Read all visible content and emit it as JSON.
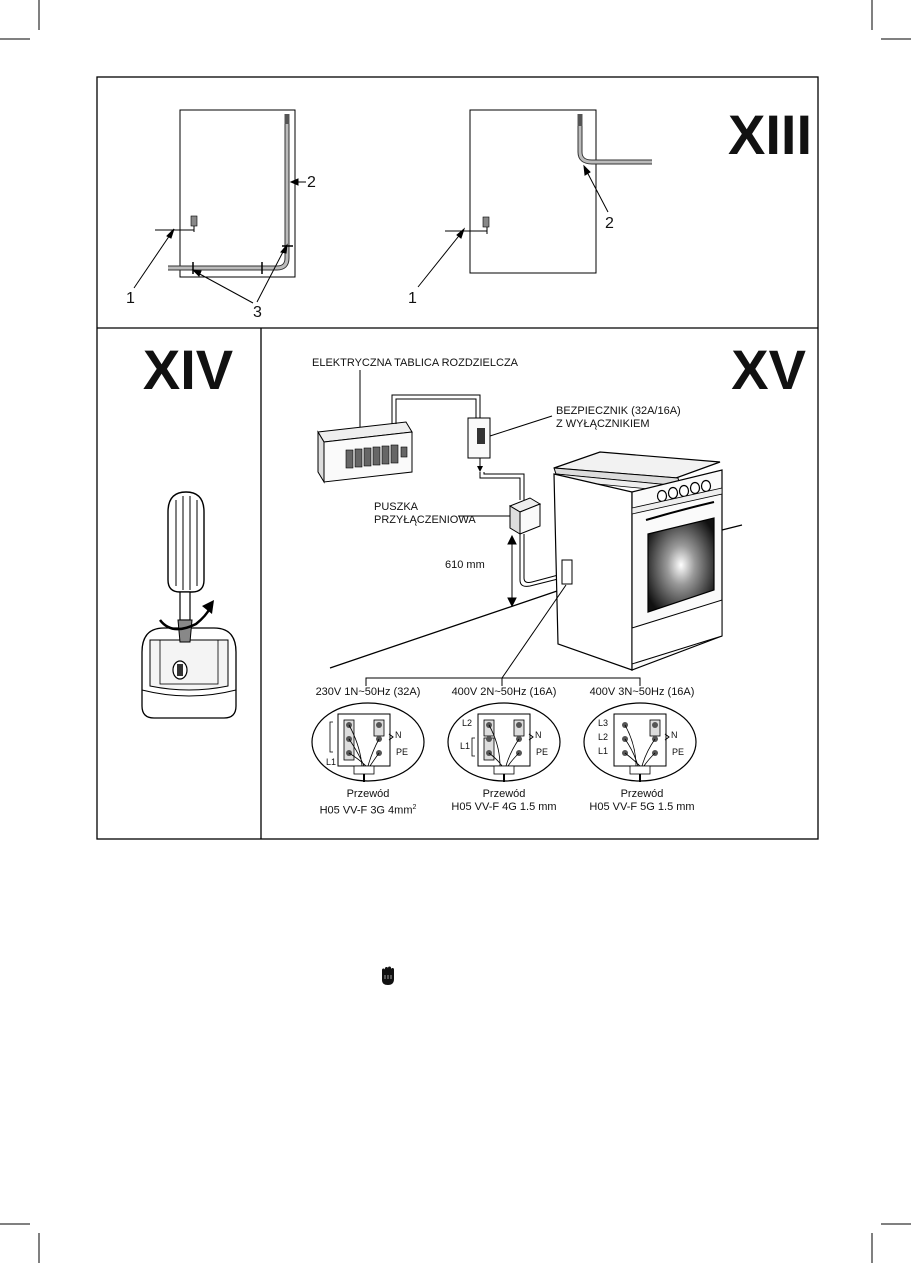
{
  "panels": {
    "xiii": {
      "roman": "XIII",
      "left": {
        "label1": "1",
        "label2": "2",
        "label3": "3"
      },
      "right": {
        "label1": "1",
        "label2": "2"
      }
    },
    "xiv": {
      "roman": "XIV"
    },
    "xv": {
      "roman": "XV",
      "distribution_board": "ELEKTRYCZNA TABLICA ROZDZIELCZA",
      "fuse_line1": "BEZPIECZNIK (32A/16A)",
      "fuse_line2": "Z WYŁĄCZNIKIEM",
      "junction_line1": "PUSZKA",
      "junction_line2": "PRZYŁĄCZENIOWA",
      "height": "610 mm",
      "wirings": [
        {
          "title": "230V 1N~50Hz (32A)",
          "cable_label": "Przewód",
          "cable": "H05 VV-F 3G 4mm",
          "cable_sup": "2",
          "terminals": [
            "L1",
            "N",
            "PE"
          ]
        },
        {
          "title": "400V 2N~50Hz (16A)",
          "cable_label": "Przewód",
          "cable": "H05 VV-F 4G 1.5 mm",
          "cable_sup": "",
          "terminals": [
            "L2",
            "L1",
            "N",
            "PE"
          ]
        },
        {
          "title": "400V 3N~50Hz (16A)",
          "cable_label": "Przewód",
          "cable": "H05 VV-F 5G 1.5 mm",
          "cable_sup": "",
          "terminals": [
            "L3",
            "L2",
            "L1",
            "N",
            "PE"
          ]
        }
      ]
    }
  },
  "icons": {
    "warning": "hand-stop-icon"
  }
}
